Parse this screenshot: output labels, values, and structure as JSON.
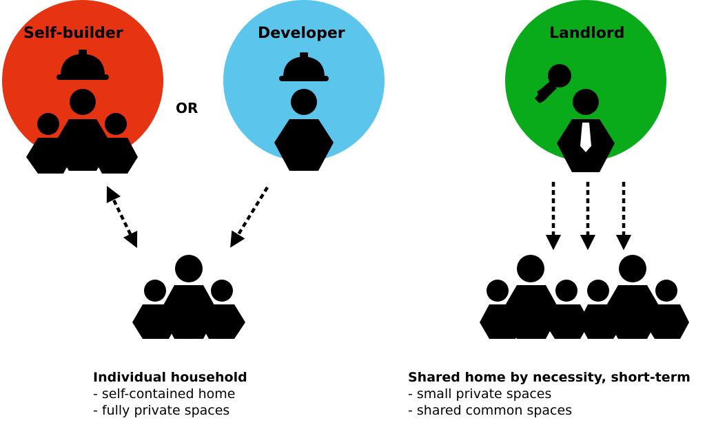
{
  "roles": {
    "self_builder": {
      "label": "Self-builder",
      "color": "#e63312"
    },
    "developer": {
      "label": "Developer",
      "color": "#5bc5ec"
    },
    "landlord": {
      "label": "Landlord",
      "color": "#0aab1b"
    }
  },
  "or_label": "OR",
  "individual": {
    "title": "Individual household",
    "lines": [
      "- self-contained home",
      "- fully private spaces"
    ]
  },
  "shared": {
    "title": "Shared home by necessity, short-term",
    "lines": [
      "- small private spaces",
      "- shared common spaces"
    ]
  },
  "icons": [
    "hard-hat-icon",
    "person-icon",
    "group-icon",
    "key-icon",
    "tie-icon",
    "arrow-icon"
  ]
}
